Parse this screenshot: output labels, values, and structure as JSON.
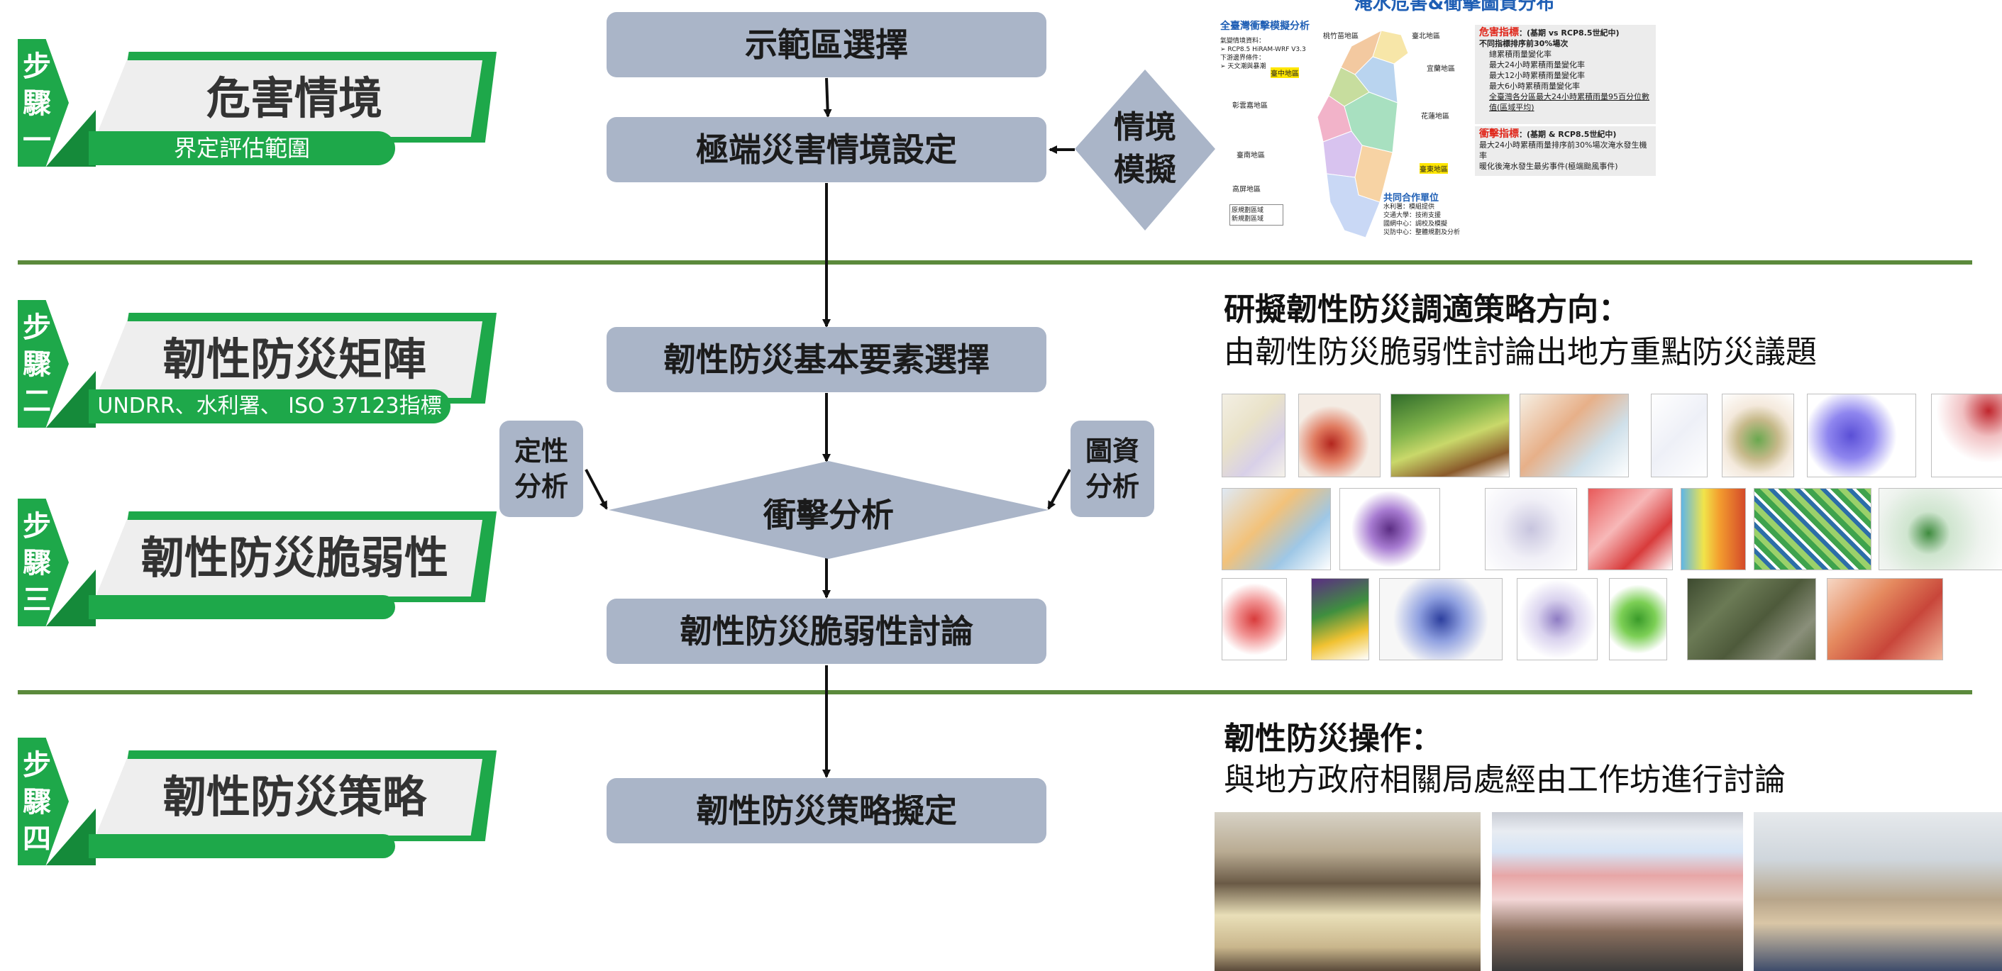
{
  "steps": [
    {
      "chars": [
        "步",
        "驟",
        "一"
      ],
      "title": "危害情境",
      "subtitle": "界定評估範圍"
    },
    {
      "chars": [
        "步",
        "驟",
        "二"
      ],
      "title": "韌性防災矩陣",
      "subtitle": "UNDRR、水利署、 ISO 37123指標"
    },
    {
      "chars": [
        "步",
        "驟",
        "三"
      ],
      "title": "韌性防災脆弱性",
      "subtitle": ""
    },
    {
      "chars": [
        "步",
        "驟",
        "四"
      ],
      "title": "韌性防災策略",
      "subtitle": ""
    }
  ],
  "flow": {
    "box1": "示範區選擇",
    "box2": "極端災害情境設定",
    "diamond_top": "情境",
    "diamond_bottom": "模擬",
    "box3": "韌性防災基本要素選擇",
    "impact": "衝擊分析",
    "qual_line1": "定性",
    "qual_line2": "分析",
    "map_line1": "圖資",
    "map_line2": "分析",
    "box4": "韌性防災脆弱性討論",
    "box5": "韌性防災策略擬定"
  },
  "map_panel": {
    "title": "淹水危害&衝擊圖資分布",
    "left_title": "全臺灣衝擊模擬分析",
    "left_lines": [
      "氣變情境資料：",
      "➢ RCP8.5 HiRAM-WRF V3.3",
      "下游邊界條件：",
      "➢ 天文潮與暴潮"
    ],
    "regions": [
      "桃竹苗地區",
      "臺北地區",
      "臺中地區",
      "宜蘭地區",
      "彰雲嘉地區",
      "花蓮地區",
      "臺南地區",
      "臺東地區",
      "高屏地區"
    ],
    "legend": [
      "原規劃區域",
      "新規劃區域"
    ],
    "hazard_title": "危害指標",
    "hazard_sub": "：(基期 vs RCP8.5世紀中)",
    "hazard_rank": "不同指標排序前30%場次",
    "hazard_items": [
      "總累積雨量變化率",
      "最大24小時累積雨量變化率",
      "最大12小時累積雨量變化率",
      "最大6小時累積雨量變化率",
      "全臺灣各分區最大24小時累積雨量95百分位數值(區域平均)"
    ],
    "impact_title": "衝擊指標",
    "impact_sub": "：(基期 & RCP8.5世紀中)",
    "impact_items": [
      "最大24小時累積雨量排序前30%場次淹水發生機率",
      "暖化後淹水發生最劣事件(極端颱風事件)"
    ],
    "partners_title": "共同合作單位",
    "partners": [
      "水利署：模組提供",
      "交通大學：技術支援",
      "國網中心：調校及模擬",
      "災防中心：整體規劃及分析"
    ]
  },
  "section2": {
    "heading_bold": "研擬韌性防災調適策略方向：",
    "heading_text": "由韌性防災脆弱性討論出地方重點防災議題"
  },
  "section3": {
    "heading_bold": "韌性防災操作：",
    "heading_text": "與地方政府相關局處經由工作坊進行討論"
  },
  "colors": {
    "accent_green": "#1ea84a",
    "flow_gray": "#aab5c8",
    "separator": "#5b8a3c"
  }
}
